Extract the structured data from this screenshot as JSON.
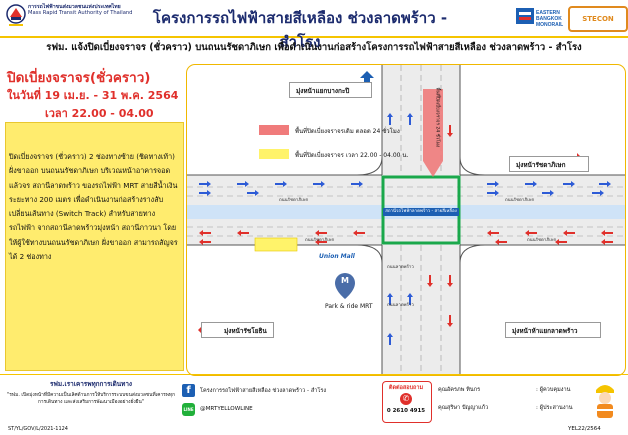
{
  "header": {
    "org_th": "การรถไฟฟ้าขนส่งมวลชนแห่งประเทศไทย",
    "org_en": "Mass Rapid Transit Authority of Thailand",
    "title": "โครงการรถไฟฟ้าสายสีเหลือง ช่วงลาดพร้าว - สำโรง",
    "eb_logo": "EASTERN BANGKOK MONORAIL",
    "stecon_logo": "STECON"
  },
  "subtitle": "รฟม. แจ้งปิดเบี่ยงจราจร (ชั่วคราว) บนถนนรัชดาภิเษก เพื่อดำเนินงานก่อสร้างโครงการรถไฟฟ้าสายสีเหลือง ช่วงลาดพร้าว - สำโรง",
  "notice": {
    "title": "ปิดเบี่ยงจราจร(ชั่วคราว)",
    "date": "ในวันที่ 19 เม.ย. - 31 พ.ค. 2564",
    "time": "เวลา 22.00 - 04.00 น.",
    "description": "ปิดเบี่ยงจราจร (ชั่วคราว) 2 ช่องทางซ้าย (ชิดทางเท้า) ฝั่งขาออก บนถนนรัชดาภิเษก บริเวณหน้าอาคารจอดแล้วจร สถานีลาดพร้าว ของรถไฟฟ้า MRT สายสีน้ำเงิน ระยะทาง 200 เมตร เพื่อดำเนินงานก่อสร้างรางสับเปลี่ยนเส้นทาง (Switch Track) สำหรับสายทางรถไฟฟ้า จากสถานีลาดพร้าวมุ่งหน้า สถานีภาวนา โดยให้ผู้ใช้ทางบนถนนรัชดาภิเษก ฝั่งขาออก สามารถสัญจรได้ 2 ช่องทาง"
  },
  "map": {
    "label_top": "มุ่งหน้าแยกบางกะปิ",
    "label_right_top": "มุ่งหน้ารัชดาภิเษก",
    "label_left_bottom": "มุ่งหน้ารัชโยธิน",
    "label_right_bottom": "มุ่งหน้าห้าแยกลาดพร้าว",
    "legend_red": "พื้นที่ปิดเบี่ยงจราจรเดิม ตลอด 24 ชั่วโมง",
    "legend_yellow": "พื้นที่ปิดเบี่ยงจราจร เวลา 22.00 - 04.00 น.",
    "closure_text": "พื้นที่ปิดเบี่ยงจราจร 24 ชั่วโมง",
    "station_label": "สถานีรถไฟฟ้าลาดพร้าว - สายสีเหลือง",
    "road_label_1": "ถนนรัชดาภิเษก",
    "road_label_2": "ถนนรัชดาภิเษก",
    "road_label_3": "ถนนรัชดาภิเษก",
    "road_label_4": "ถนนรัชดาภิเษก",
    "road_label_5": "ถนนลาดพร้าว",
    "road_label_6": "ถนนลาดพร้าว",
    "park_ride": "Park & ride MRT",
    "mall": "Union Mall",
    "mrt_letter": "M"
  },
  "footer": {
    "slogan_title": "รฟม.เราเคารพทุกการเดินทาง",
    "slogan_text": "\"รฟม. เปิดมุ่งหน้าที่มีความเป็นเลิศด้านการให้บริการระบบขนส่งมวลชนที่เคารพทุกการเดินทาง และส่งเสริมการพัฒนาเมืองอย่างยั่งยืน\"",
    "facebook": "โครงการรถไฟฟ้าสายสีเหลือง ช่วงลาดพร้าว - สำโรง",
    "line": "@MRTYELLOWLINE",
    "contact_title": "ติดต่อสอบถาม",
    "contact_phone": "0 2610 4915",
    "person1_name": "คุณอัครภพ ทินกร",
    "person1_role": ": ผู้ควบคุมงาน",
    "person2_name": "คุณสุริษา ปัญญาแก้ว",
    "person2_role": ": ผู้ประสานงาน",
    "doc_code": "ST/YL/GOV/L/2021-1124",
    "doc_number": "YEL22/2564"
  },
  "colors": {
    "navy": "#1c2b6e",
    "red_text": "#e0302b",
    "notice_yellow": "#ffec6e",
    "legend_red": "#f07b7b",
    "legend_yellow": "#fff36a",
    "road_blue": "#cfe3f7",
    "station_green": "#1aa84b",
    "arrow_red": "#e0302b",
    "arrow_blue": "#2d5bd6"
  }
}
